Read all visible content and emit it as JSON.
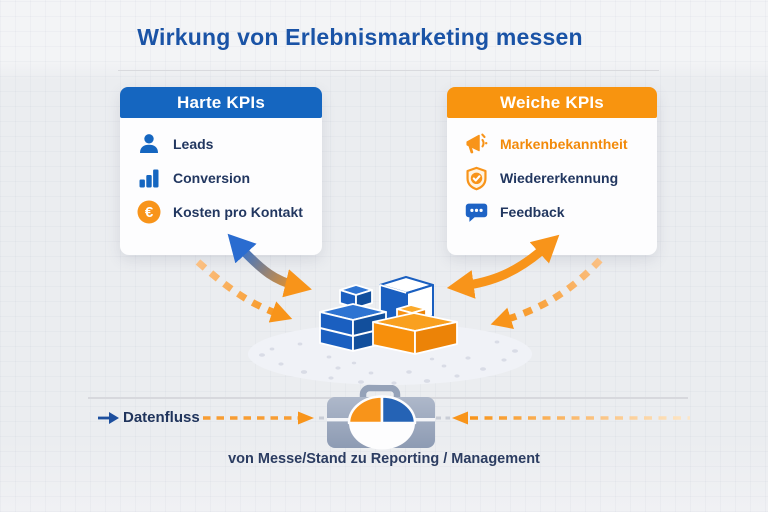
{
  "title": "Wirkung von Erlebnismarketing messen",
  "colors": {
    "brand_blue": "#1566c0",
    "brand_orange": "#f8941a",
    "navy_text": "#223760",
    "title_blue": "#1a53a6",
    "briefcase_slate": "#96a3b9"
  },
  "cards": {
    "hard": {
      "title": "Harte KPIs",
      "items": [
        {
          "icon": "person-icon",
          "label": "Leads"
        },
        {
          "icon": "bar-chart-icon",
          "label": "Conversion"
        },
        {
          "icon": "euro-icon",
          "label": "Kosten pro Kontakt"
        }
      ]
    },
    "soft": {
      "title": "Weiche KPIs",
      "items": [
        {
          "icon": "megaphone-icon",
          "label": "Markenbekanntheit"
        },
        {
          "icon": "shield-check-icon",
          "label": "Wiedererkennung"
        },
        {
          "icon": "speech-bubble-icon",
          "label": "Feedback"
        }
      ]
    }
  },
  "center_icons": [
    "exhibition-stand-boxes-icon",
    "briefcase-pie-icon"
  ],
  "dataflow": {
    "label": "Datenfluss",
    "caption": "von Messe/Stand zu Reporting / Management"
  }
}
